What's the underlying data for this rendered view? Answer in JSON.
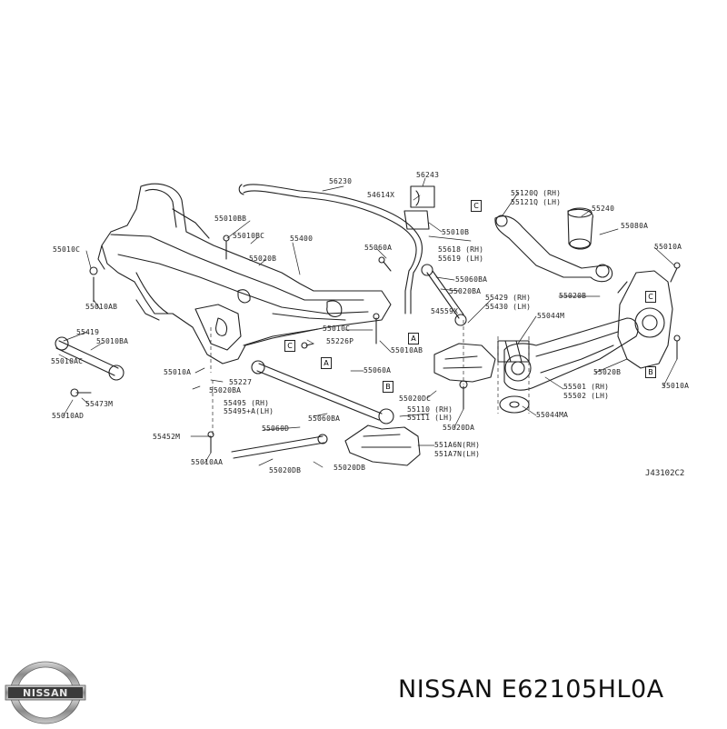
{
  "labels": {
    "l56230": "56230",
    "l56243": "56243",
    "l54614x": "54614X",
    "l55010b": "55010B",
    "l55010bb": "55010BB",
    "l55010bc": "55010BC",
    "l55400": "55400",
    "l55010c": "55010C",
    "l55060a_top": "55060A",
    "l55618": "55618 (RH)",
    "l55619": "55619 (LH)",
    "l55020b_a": "55020B",
    "l55060ba": "55060BA",
    "l55020ba": "55020BA",
    "l55010ab": "55010AB",
    "l55419": "55419",
    "l55010ba": "55010BA",
    "l55010ac": "55010AC",
    "l55473m": "55473M",
    "l55010ad": "55010AD",
    "l55010a_left": "55010A",
    "l55227": "55227",
    "l55020ba_left": "55020BA",
    "l55495rh": "55495 (RH)",
    "l55495lh": "55495+A(LH)",
    "l55060ba_mid": "55060BA",
    "l55060d": "55060D",
    "l55452m": "55452M",
    "l55010aa": "55010AA",
    "l55020db": "55020DB",
    "l55010c_mid": "55010C",
    "l55226p": "55226P",
    "l55010ab_mid": "55010AB",
    "l54559x": "54559X",
    "l55429": "55429 (RH)",
    "l55430": "55430 (LH)",
    "l55060a_mid": "55060A",
    "l55020dc": "55020DC",
    "l55110": "55110 (RH)",
    "l55111": "55111 (LH)",
    "l55020da": "55020DA",
    "l551a6n": "551A6N(RH)",
    "l551a7n": "551A7N(LH)",
    "l55020db_bot": "55020DB",
    "l55120q": "55120Q (RH)",
    "l55121q": "55121Q (LH)",
    "l55240": "55240",
    "l55080a": "55080A",
    "l55010a_right": "55010A",
    "l55044m": "55044M",
    "l55020b_right1": "55020B",
    "l55020b_right2": "55020B",
    "l55501": "55501 (RH)",
    "l55502": "55502 (LH)",
    "l55044ma": "55044MA",
    "l55010a_far": "55010A"
  },
  "boxes": {
    "c_top": "C",
    "a_top": "A",
    "c_mid": "C",
    "a_mid": "A",
    "b_mid": "B",
    "b_right": "B",
    "c_right": "C"
  },
  "reference_code": "J43102C2",
  "brand": {
    "logo_text": "NISSAN",
    "part_number_text": "NISSAN E62105HL0A"
  }
}
